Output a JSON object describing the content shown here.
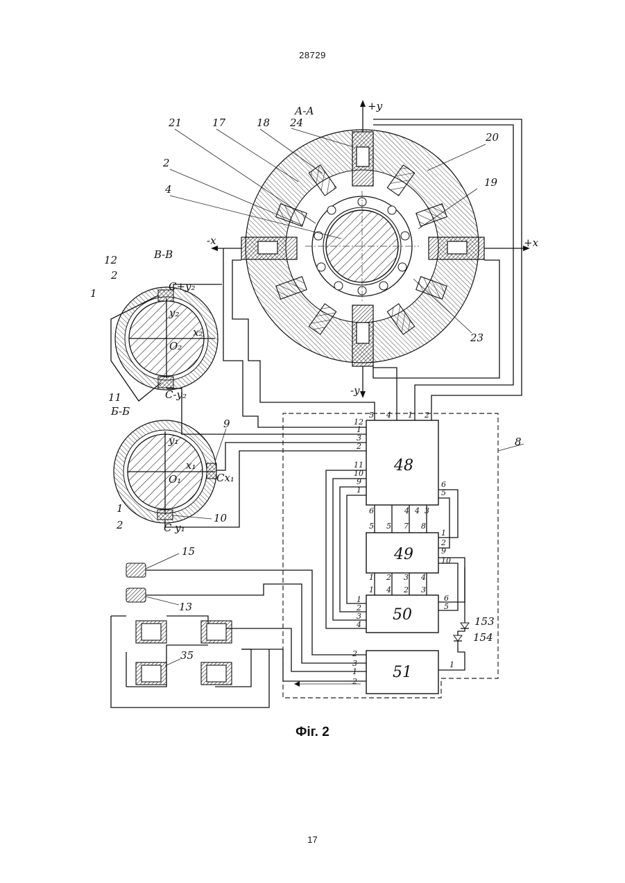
{
  "page": {
    "number_top": "28729",
    "number_bottom": "17"
  },
  "caption": "Фіг. 2",
  "sections": {
    "aa": "А-А",
    "vv": "В-В",
    "bb": "Б-Б"
  },
  "axes": {
    "plus_y": "+y",
    "minus_y": "-y",
    "plus_x": "+x",
    "minus_x": "-x"
  },
  "parts": {
    "p1a": "1",
    "p1b": "1",
    "p2a": "2",
    "p2b": "2",
    "p2c": "2",
    "p4": "4",
    "p8": "8",
    "p9": "9",
    "p10": "10",
    "p11": "11",
    "p12": "12",
    "p13": "13",
    "p15": "15",
    "p17": "17",
    "p18": "18",
    "p19": "19",
    "p20": "20",
    "p21": "21",
    "p23": "23",
    "p24": "24",
    "p35": "35",
    "p153": "153",
    "p154": "154"
  },
  "sensors": {
    "c_plus_y2": "С+y₂",
    "c_minus_y2": "С-y₂",
    "c_x1": "Сx₁",
    "c_y1": "С y₁",
    "y2": "y₂",
    "x2": "x₂",
    "o2": "O₂",
    "y1": "y₁",
    "x1": "x₁",
    "o1": "O₁"
  },
  "blocks": {
    "b48": "48",
    "b49": "49",
    "b50": "50",
    "b51": "51"
  },
  "pins": {
    "b48_top": [
      "5",
      "4",
      "1",
      "2"
    ],
    "b48_left_upper": [
      "12",
      "1",
      "3",
      "2"
    ],
    "b48_left_lower": [
      "11",
      "10",
      "9",
      "1"
    ],
    "b48_bottom": [
      "6",
      "4",
      "4",
      "3"
    ],
    "b48_right": [
      "6",
      "5"
    ],
    "b49_top": [
      "5",
      "5",
      "7",
      "8"
    ],
    "b49_right": [
      "1",
      "2",
      "9",
      "10"
    ],
    "b49_bottom": [
      "1",
      "2",
      "3",
      "4"
    ],
    "b50_top": [
      "1",
      "4",
      "2",
      "3"
    ],
    "b50_left": [
      "1",
      "2",
      "3",
      "4"
    ],
    "b50_right": [
      "6",
      "5"
    ],
    "b51_left": [
      "2",
      "3",
      "1",
      "2"
    ],
    "b51_right": [
      "1"
    ]
  }
}
